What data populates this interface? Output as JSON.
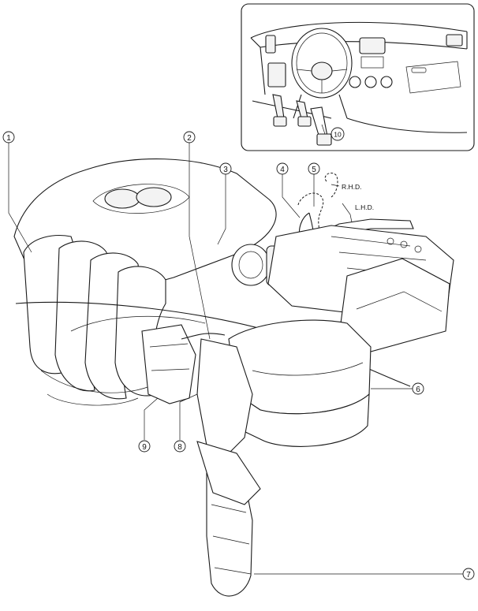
{
  "callouts": [
    {
      "id": "1",
      "text": "1"
    },
    {
      "id": "2",
      "text": "2"
    },
    {
      "id": "3",
      "text": "3"
    },
    {
      "id": "4",
      "text": "4"
    },
    {
      "id": "5",
      "text": "5"
    },
    {
      "id": "6",
      "text": "6"
    },
    {
      "id": "7",
      "text": "7"
    },
    {
      "id": "8",
      "text": "8"
    },
    {
      "id": "9",
      "text": "9"
    },
    {
      "id": "10",
      "text": "10"
    }
  ],
  "labels": {
    "rhd": "R.H.D.",
    "lhd": "L.H.D."
  }
}
